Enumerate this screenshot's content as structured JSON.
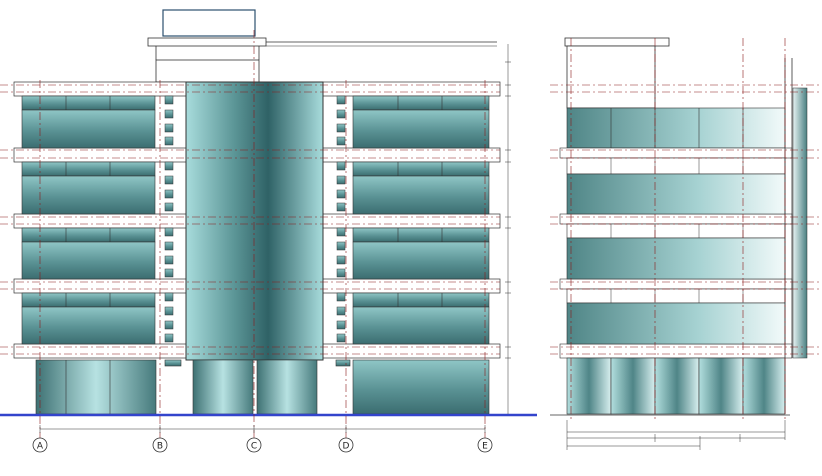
{
  "grid_axes": {
    "a": "A",
    "b": "B",
    "c": "C",
    "d": "D",
    "e": "E"
  },
  "colors": {
    "glass_dark": "#2f6266",
    "glass_light": "#a9dcdc",
    "center_glass_mid": "#3d6f70",
    "ground_line": "#3344cc",
    "grid_line": "#8b1a1a",
    "wall": "#ffffff",
    "outline": "#333333"
  },
  "icons": {
    "axis_marker": "circle-axis-marker-icon"
  }
}
